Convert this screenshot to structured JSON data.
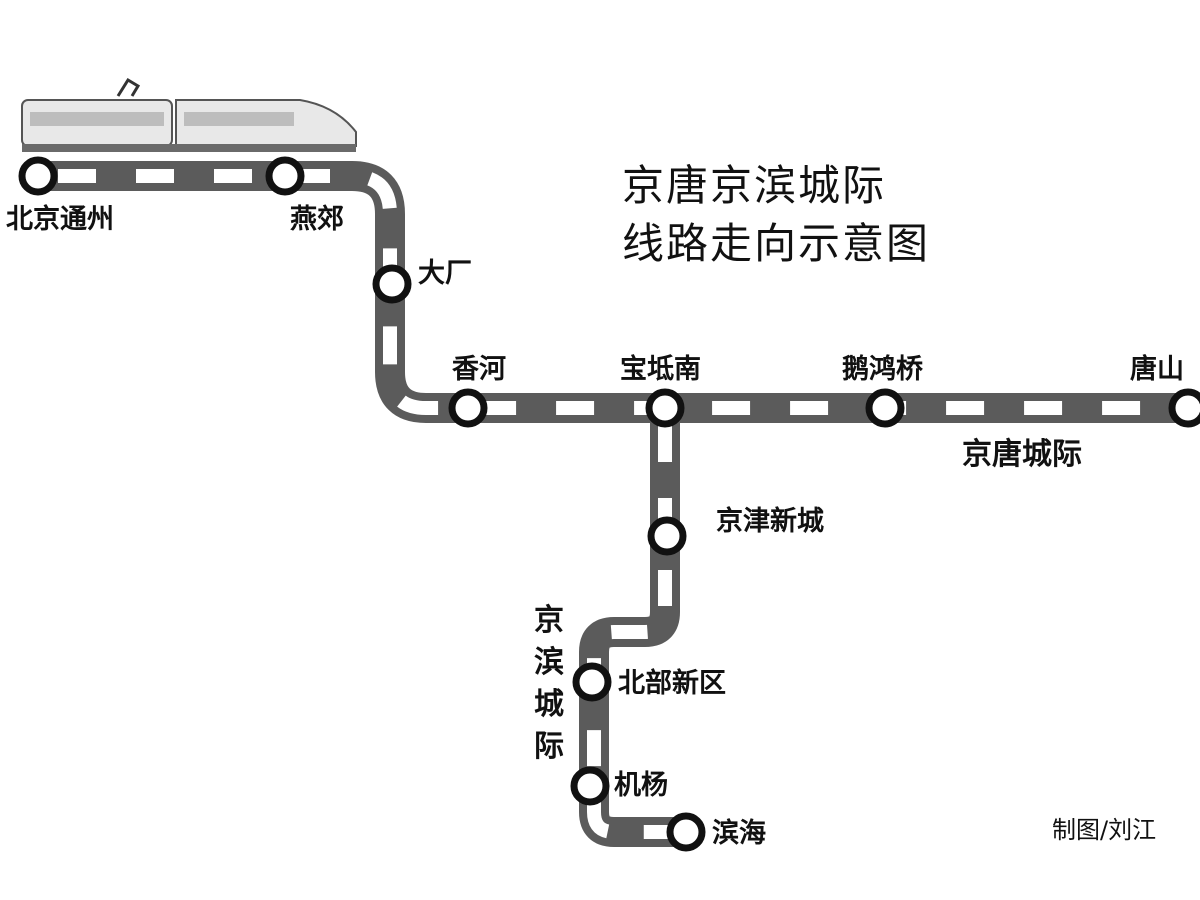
{
  "title": {
    "line1": "京唐京滨城际",
    "line2": "线路走向示意图"
  },
  "credit": "制图/刘江",
  "lines": {
    "jingtang": {
      "label": "京唐城际"
    },
    "jingbin": {
      "label_chars": [
        "京",
        "滨",
        "城",
        "际"
      ]
    }
  },
  "stations": {
    "beijing_tongzhou": "北京通州",
    "yanjiao": "燕郊",
    "dachang": "大厂",
    "xianghe": "香河",
    "baodi_nan": "宝坻南",
    "chihong_qiao": "鹅鸿桥",
    "tangshan": "唐山",
    "jingjin_xincheng": "京津新城",
    "beibu_xinqu": "北部新区",
    "jichang": "机杨",
    "binhai": "滨海"
  },
  "colors": {
    "track_dark": "#5b5b5b",
    "track_light": "#ffffff",
    "station_ring": "#111111",
    "text": "#111111",
    "train_body": "#e6e6e6",
    "train_window": "#b0b0b0"
  },
  "icons": {
    "train": "high-speed-train-icon"
  }
}
